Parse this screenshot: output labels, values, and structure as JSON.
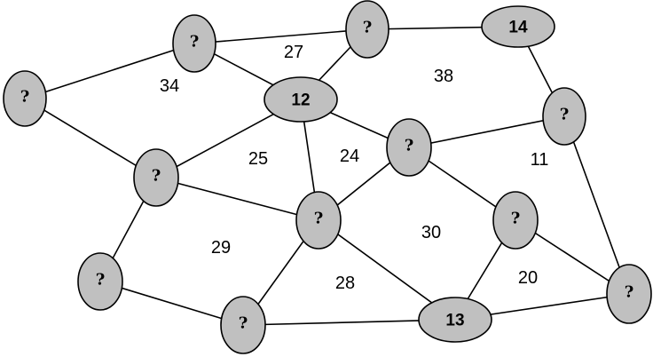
{
  "diagram": {
    "nodes": [
      {
        "id": "a",
        "label": "?"
      },
      {
        "id": "b",
        "label": "?"
      },
      {
        "id": "c",
        "label": "?"
      },
      {
        "id": "d",
        "label": "14"
      },
      {
        "id": "e",
        "label": "12"
      },
      {
        "id": "f",
        "label": "?"
      },
      {
        "id": "g",
        "label": "?"
      },
      {
        "id": "h",
        "label": "?"
      },
      {
        "id": "i",
        "label": "?"
      },
      {
        "id": "j",
        "label": "?"
      },
      {
        "id": "k",
        "label": "?"
      },
      {
        "id": "l",
        "label": "?"
      },
      {
        "id": "m",
        "label": "13"
      },
      {
        "id": "n",
        "label": "?"
      }
    ],
    "edges": [
      [
        "a",
        "b"
      ],
      [
        "a",
        "g"
      ],
      [
        "b",
        "c"
      ],
      [
        "b",
        "e"
      ],
      [
        "c",
        "d"
      ],
      [
        "c",
        "e"
      ],
      [
        "d",
        "f"
      ],
      [
        "e",
        "g"
      ],
      [
        "e",
        "h"
      ],
      [
        "e",
        "i"
      ],
      [
        "g",
        "h"
      ],
      [
        "g",
        "k"
      ],
      [
        "h",
        "i"
      ],
      [
        "h",
        "l"
      ],
      [
        "h",
        "m"
      ],
      [
        "i",
        "f"
      ],
      [
        "i",
        "j"
      ],
      [
        "f",
        "n"
      ],
      [
        "j",
        "m"
      ],
      [
        "j",
        "n"
      ],
      [
        "k",
        "l"
      ],
      [
        "l",
        "m"
      ],
      [
        "m",
        "n"
      ]
    ],
    "regions": [
      {
        "id": "r34",
        "label": "34"
      },
      {
        "id": "r27",
        "label": "27"
      },
      {
        "id": "r38",
        "label": "38"
      },
      {
        "id": "r25",
        "label": "25"
      },
      {
        "id": "r24",
        "label": "24"
      },
      {
        "id": "r11",
        "label": "11"
      },
      {
        "id": "r29",
        "label": "29"
      },
      {
        "id": "r30",
        "label": "30"
      },
      {
        "id": "r28",
        "label": "28"
      },
      {
        "id": "r20",
        "label": "20"
      }
    ]
  }
}
